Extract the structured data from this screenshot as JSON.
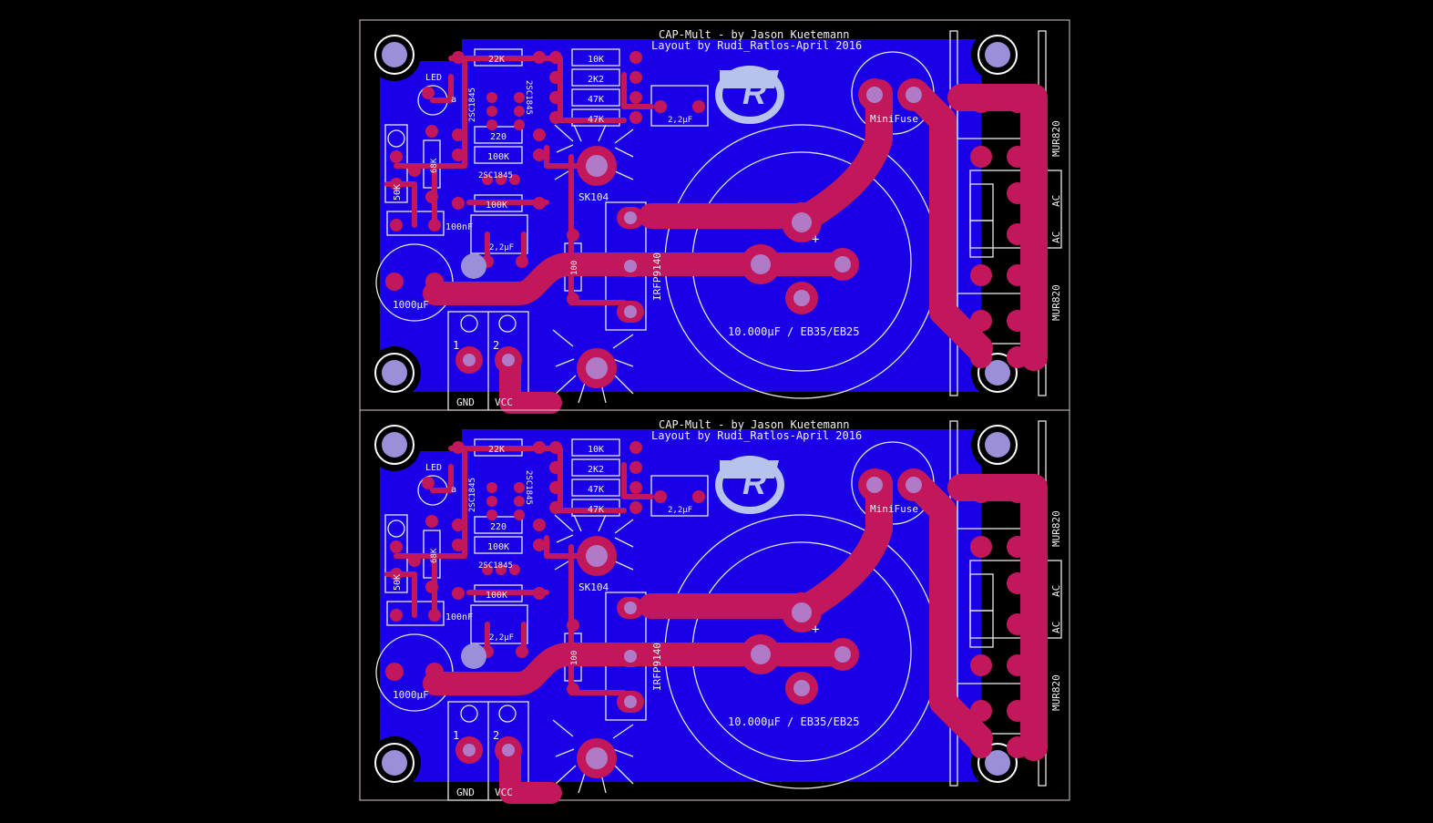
{
  "board": {
    "title": "CAP-Mult - by Jason Kuetemann",
    "subtitle": "Layout by Rudi_Ratlos-April 2016",
    "logo_letter": "R"
  },
  "labels": {
    "led": "LED",
    "led_pin": "a",
    "r22k": "22K",
    "r10k": "10K",
    "r2k2": "2K2",
    "r47k_a": "47K",
    "r47k_b": "47K",
    "r220": "220",
    "r100k_a": "100K",
    "r100k_b": "100K",
    "r68k": "68K",
    "r100": "100",
    "pot50k": "50K",
    "q_a": "2SC1845",
    "q_b": "2SC1845",
    "q_c": "2SC1845",
    "heatsink": "SK104",
    "mosfet": "IRFP9140",
    "c2u2_a": "2,2µF",
    "c2u2_b": "2,2µF",
    "c100n": "100nF",
    "c1000u": "1000µF",
    "cbig": "10.000µF / EB35/EB25",
    "fuse": "MiniFuse",
    "diode_a": "MUR820",
    "diode_b": "MUR820",
    "ac_a": "AC",
    "ac_b": "AC",
    "term_num_1": "1",
    "term_num_2": "2",
    "gnd": "GND",
    "vcc": "VCC",
    "plus": "+"
  },
  "colors": {
    "background": "#000000",
    "copper_bottom": "#1a00e6",
    "copper_top": "#c2185b",
    "drill": "#b07ac6",
    "silkscreen": "#e6e6e6"
  }
}
